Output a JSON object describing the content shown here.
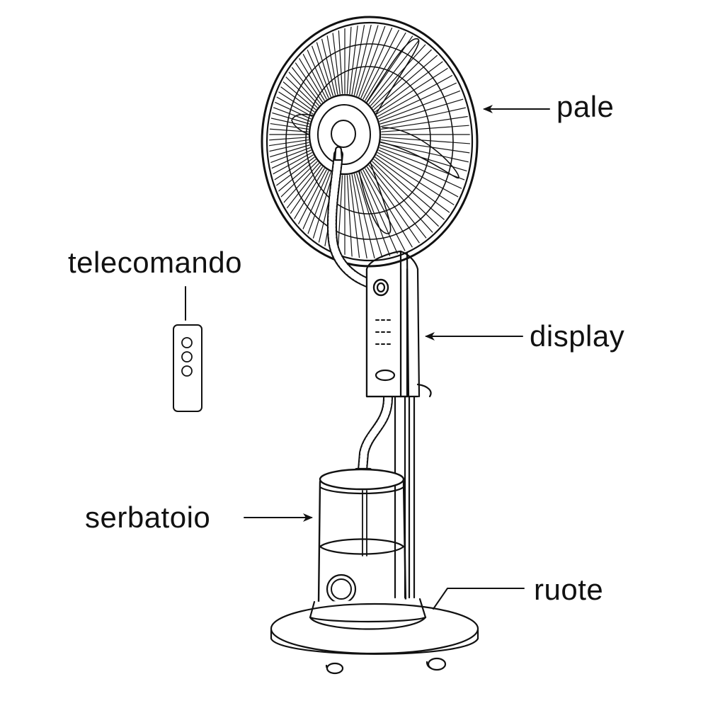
{
  "diagram": {
    "subject": "misting fan (ventilatore nebulizzatore)",
    "labels": {
      "pale": "pale",
      "telecomando": "telecomando",
      "display": "display",
      "serbatoio": "serbatoio",
      "ruote": "ruote"
    },
    "colors": {
      "line": "#111111",
      "background": "#ffffff"
    }
  }
}
